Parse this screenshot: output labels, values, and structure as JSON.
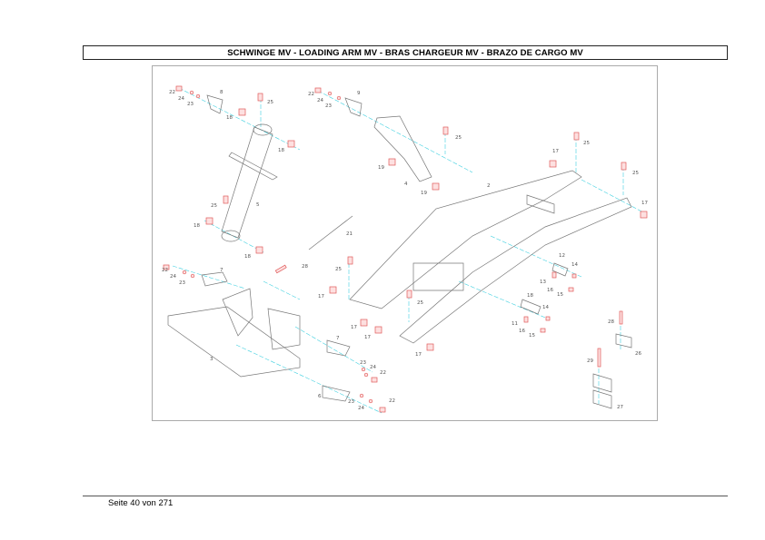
{
  "header": {
    "title": "SCHWINGE MV - LOADING ARM MV - BRAS CHARGEUR MV - BRAZO DE CARGO MV"
  },
  "diagram": {
    "part_labels": [
      "22",
      "24",
      "23",
      "8",
      "25",
      "18",
      "18",
      "5",
      "25",
      "18",
      "18",
      "21",
      "22",
      "24",
      "23",
      "9",
      "25",
      "19",
      "4",
      "19",
      "2",
      "17",
      "25",
      "25",
      "17",
      "22",
      "24",
      "23",
      "7",
      "28",
      "25",
      "17",
      "25",
      "17",
      "17",
      "17",
      "3",
      "7",
      "23",
      "24",
      "22",
      "6",
      "23",
      "24",
      "22",
      "12",
      "14",
      "13",
      "16",
      "15",
      "18",
      "14",
      "11",
      "16",
      "15",
      "28",
      "26",
      "29",
      "27"
    ],
    "colors": {
      "part_line": "#777777",
      "fastener": "#e05a5a",
      "axis": "#3fd0e0",
      "leader": "#5fc85f"
    }
  },
  "footer": {
    "page_text": "Seite 40 von 271"
  }
}
